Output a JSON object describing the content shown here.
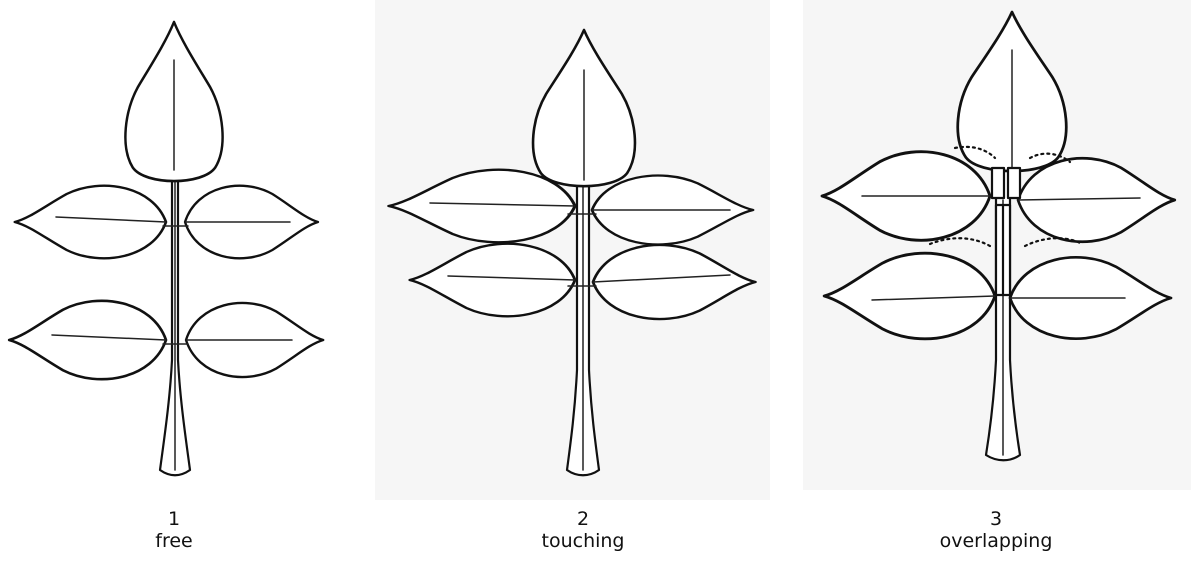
{
  "panels": [
    {
      "number": "1",
      "label": "free"
    },
    {
      "number": "2",
      "label": "touching"
    },
    {
      "number": "3",
      "label": "overlapping"
    }
  ]
}
